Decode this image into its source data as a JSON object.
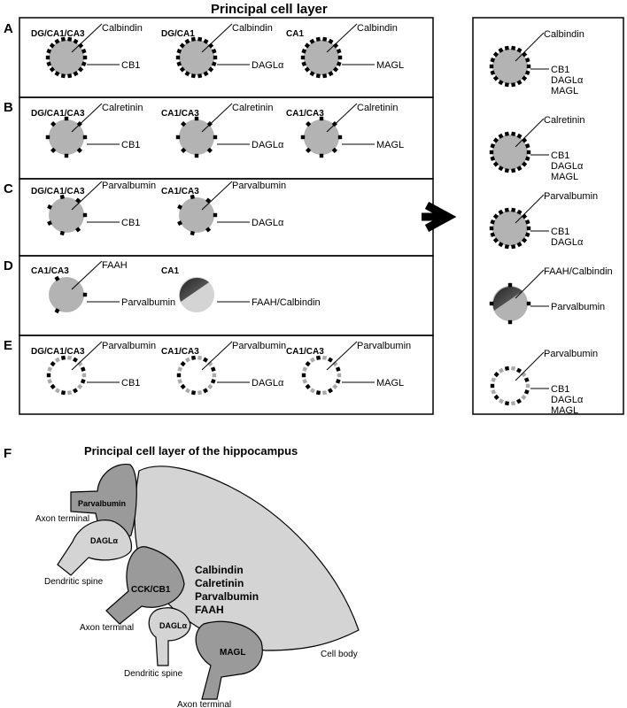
{
  "title": "Principal cell layer",
  "rows": [
    {
      "letter": "A",
      "cells": [
        {
          "region": "DG/CA1/CA3",
          "label_top": "Calbindin",
          "label_side": "CB1"
        },
        {
          "region": "DG/CA1",
          "label_top": "Calbindin",
          "label_side": "DAGLα"
        },
        {
          "region": "CA1",
          "label_top": "Calbindin",
          "label_side": "MAGL"
        }
      ]
    },
    {
      "letter": "B",
      "cells": [
        {
          "region": "DG/CA1/CA3",
          "label_top": "Calretinin",
          "label_side": "CB1"
        },
        {
          "region": "CA1/CA3",
          "label_top": "Calretinin",
          "label_side": "DAGLα"
        },
        {
          "region": "CA1/CA3",
          "label_top": "Calretinin",
          "label_side": "MAGL"
        }
      ]
    },
    {
      "letter": "C",
      "cells": [
        {
          "region": "DG/CA1/CA3",
          "label_top": "Parvalbumin",
          "label_side": "CB1"
        },
        {
          "region": "CA1/CA3",
          "label_top": "Parvalbumin",
          "label_side": "DAGLα"
        }
      ]
    },
    {
      "letter": "D",
      "cells": [
        {
          "region": "CA1/CA3",
          "label_top": "FAAH",
          "label_side": "Parvalbumin"
        },
        {
          "region": "CA1",
          "label_top": "",
          "label_side": "FAAH/Calbindin"
        }
      ]
    },
    {
      "letter": "E",
      "cells": [
        {
          "region": "DG/CA1/CA3",
          "label_top": "Parvalbumin",
          "label_side": "CB1"
        },
        {
          "region": "CA1/CA3",
          "label_top": "Parvalbumin",
          "label_side": "DAGLα"
        },
        {
          "region": "CA1/CA3",
          "label_top": "Parvalbumin",
          "label_side": "MAGL"
        }
      ]
    }
  ],
  "summary": [
    {
      "top": "Calbindin",
      "side": [
        "CB1",
        "DAGLα",
        "MAGL"
      ]
    },
    {
      "top": "Calretinin",
      "side": [
        "CB1",
        "DAGLα",
        "MAGL"
      ]
    },
    {
      "top": "Parvalbumin",
      "side": [
        "CB1",
        "DAGLα"
      ]
    },
    {
      "top": "FAAH/Calbindin",
      "side": [
        "Parvalbumin"
      ]
    },
    {
      "top": "Parvalbumin",
      "side": [
        "CB1",
        "DAGLα",
        "MAGL"
      ]
    }
  ],
  "panel_f": {
    "letter": "F",
    "title": "Principal cell layer of the hippocampus",
    "cell_body_markers": [
      "Calbindin",
      "Calretinin",
      "Parvalbumin",
      "FAAH"
    ],
    "parvalbumin": "Parvalbumin",
    "dagla_1": "DAGLα",
    "cck_cb1": "CCK/CB1",
    "dagla_2": "DAGLα",
    "magl": "MAGL",
    "axon_terminal_1": "Axon terminal",
    "dendritic_spine_1": "Dendritic spine",
    "axon_terminal_2": "Axon terminal",
    "dendritic_spine_2": "Dendritic spine",
    "axon_terminal_3": "Axon terminal",
    "cell_body": "Cell body"
  },
  "colors": {
    "cell_fill": "#b3b3b3",
    "dark_fill": "#3a3a3a",
    "light_fill": "#d4d4d4",
    "mid_fill": "#9a9a9a"
  }
}
